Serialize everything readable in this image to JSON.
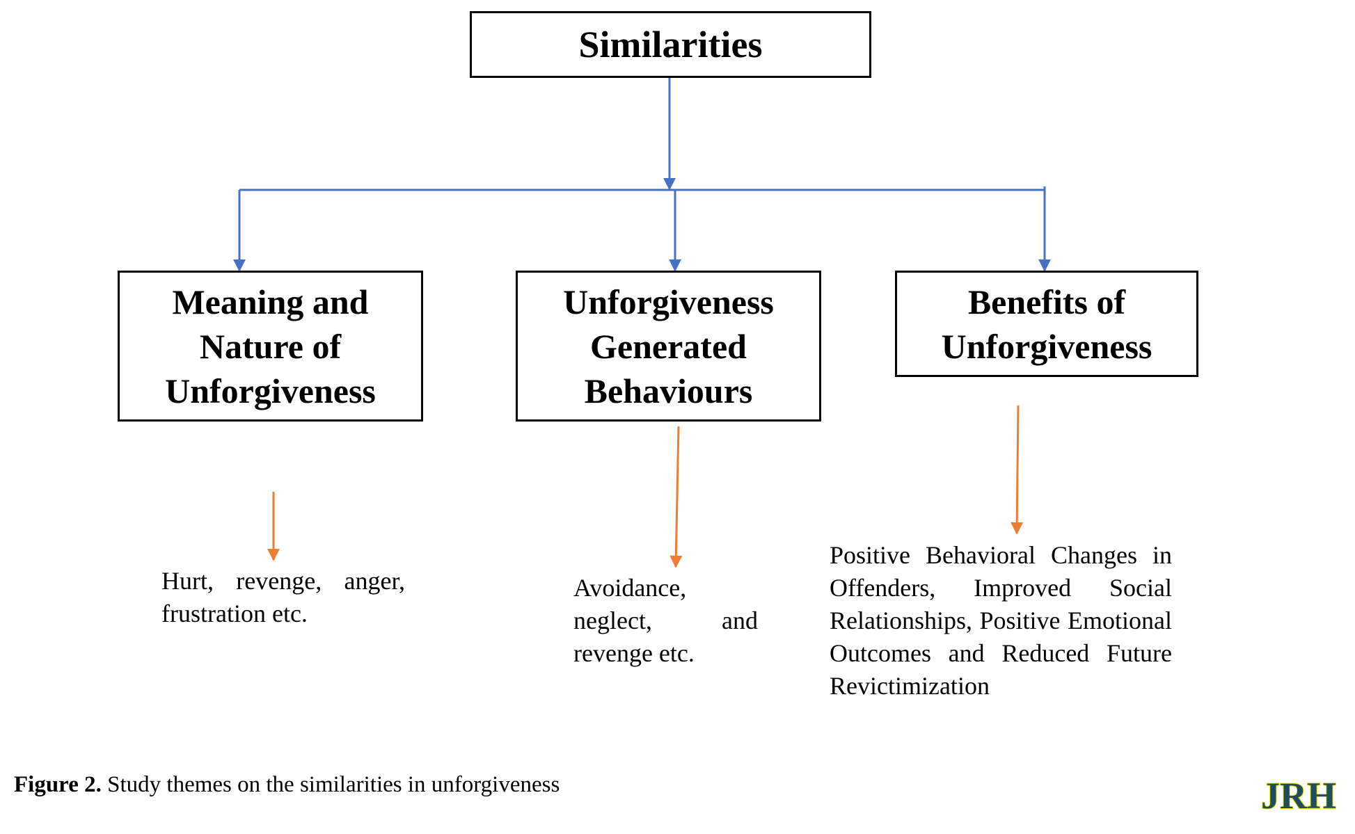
{
  "diagram": {
    "root": {
      "label": "Similarities"
    },
    "themes": [
      {
        "title_lines": [
          "Meaning and",
          "Nature of",
          "Unforgiveness"
        ],
        "detail": "Hurt, revenge, anger, frustration etc."
      },
      {
        "title_lines": [
          "Unforgiveness",
          "Generated",
          "Behaviours"
        ],
        "detail": "Avoidance, neglect, and revenge etc."
      },
      {
        "title_lines": [
          "Benefits of",
          "Unforgiveness"
        ],
        "detail": "Positive Behavioral Changes in Offenders, Improved Social Relationships, Positive Emotional Outcomes and Reduced Future Revictimization"
      }
    ],
    "colors": {
      "hierarchy_arrows": "#4472c4",
      "detail_arrows": "#ed7d31",
      "box_border": "#000000"
    }
  },
  "caption": {
    "label": "Figure 2.",
    "text": "Study themes on the similarities in unforgiveness"
  },
  "logo": {
    "text": "JRH",
    "colors": {
      "fill": "#1f4e5a",
      "accent": "#f2e600"
    }
  }
}
